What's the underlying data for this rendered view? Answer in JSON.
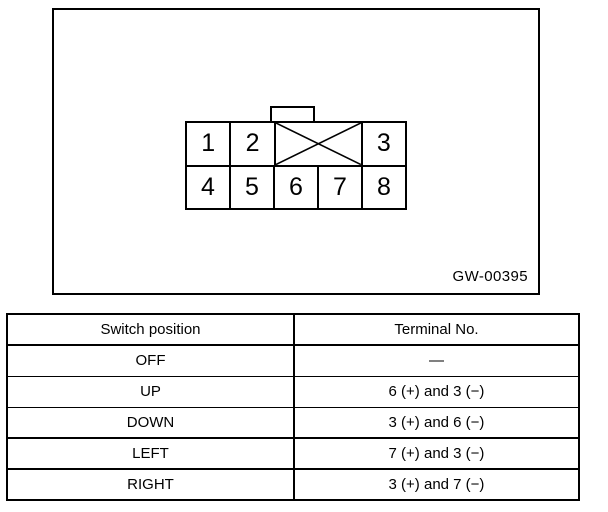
{
  "diagram": {
    "reference_code": "GW-00395",
    "connector": {
      "description": "8-pin connector terminal face view",
      "top_row": [
        {
          "label": "1",
          "type": "pin",
          "span": 1
        },
        {
          "label": "2",
          "type": "pin",
          "span": 1
        },
        {
          "label": "",
          "type": "blank-crossed",
          "span": 2
        },
        {
          "label": "3",
          "type": "pin",
          "span": 1
        }
      ],
      "bottom_row": [
        {
          "label": "4",
          "type": "pin",
          "span": 1
        },
        {
          "label": "5",
          "type": "pin",
          "span": 1
        },
        {
          "label": "6",
          "type": "pin",
          "span": 1
        },
        {
          "label": "7",
          "type": "pin",
          "span": 1
        },
        {
          "label": "8",
          "type": "pin",
          "span": 1
        }
      ]
    }
  },
  "table": {
    "headers": [
      "Switch position",
      "Terminal No."
    ],
    "rows": [
      {
        "position": "OFF",
        "terminal": "—"
      },
      {
        "position": "UP",
        "terminal": "6 (+) and 3 (−)"
      },
      {
        "position": "DOWN",
        "terminal": "3 (+) and 6 (−)"
      },
      {
        "position": "LEFT",
        "terminal": "7 (+) and 3 (−)"
      },
      {
        "position": "RIGHT",
        "terminal": "3 (+) and 7 (−)"
      }
    ]
  },
  "colors": {
    "line": "#000000",
    "background": "#ffffff"
  }
}
